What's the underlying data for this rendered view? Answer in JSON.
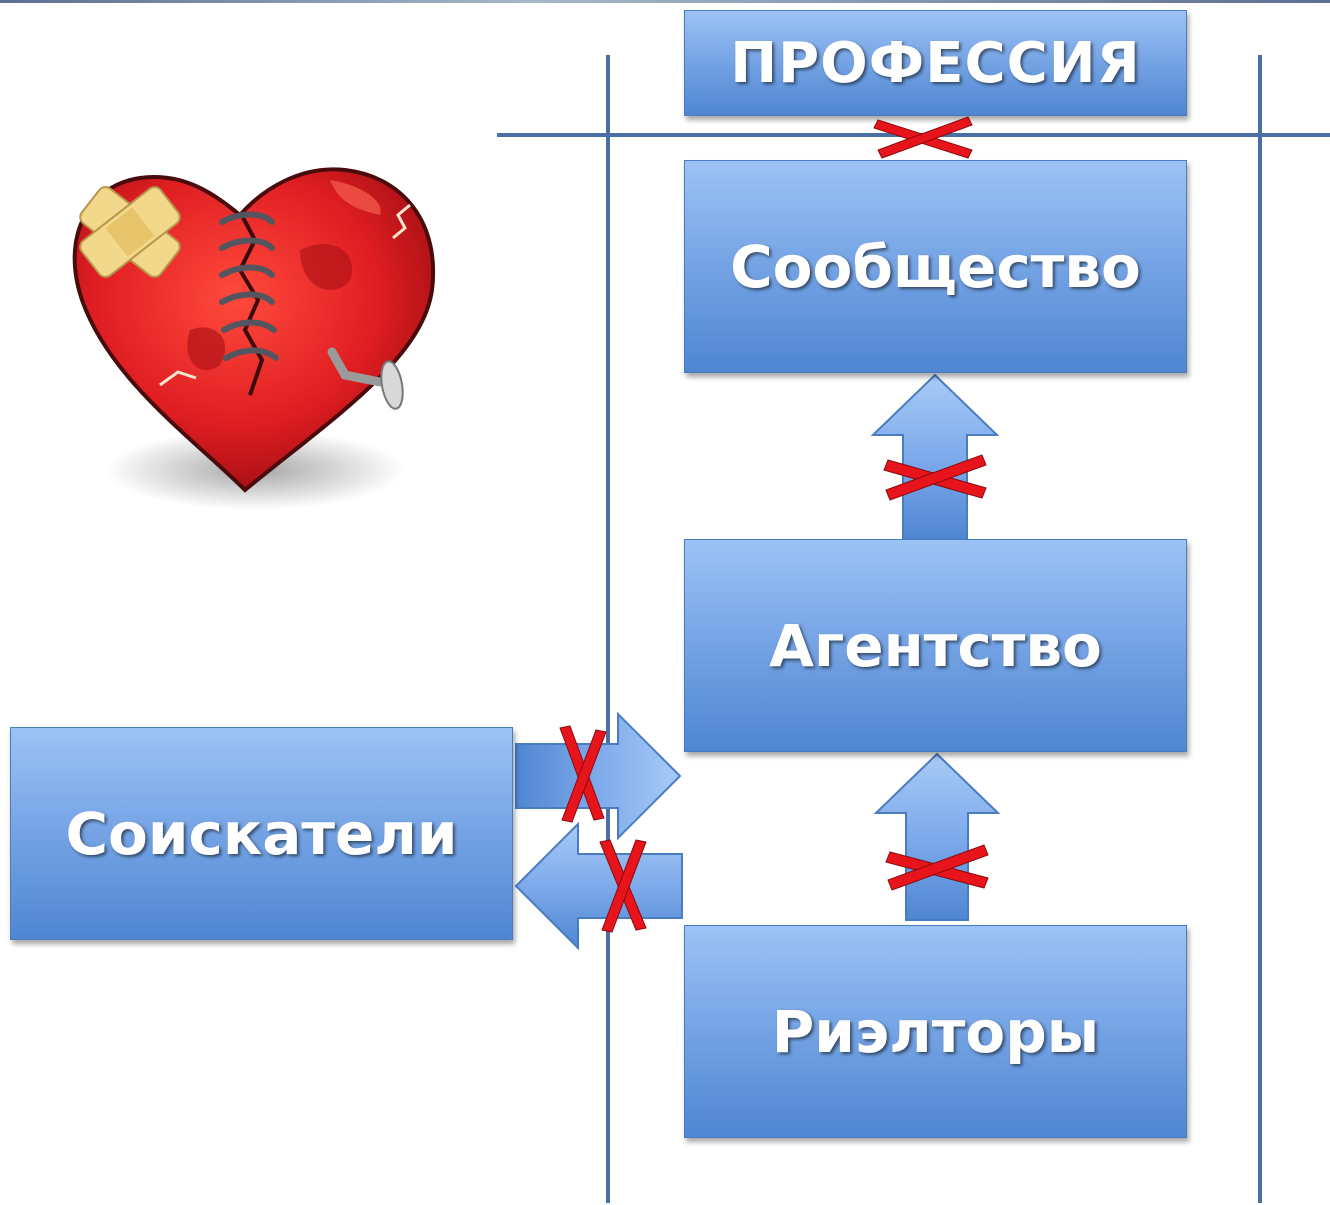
{
  "diagram": {
    "profession": "ПРОФЕССИЯ",
    "community": "Сообщество",
    "agency": "Агентство",
    "realtors": "Риэлторы",
    "seekers": "Соискатели"
  },
  "colors": {
    "box_top": "#9cc3f5",
    "box_bottom": "#4f86d2",
    "line": "#4a6fa5",
    "cross": "#e8141b",
    "heart": "#d7191d"
  }
}
